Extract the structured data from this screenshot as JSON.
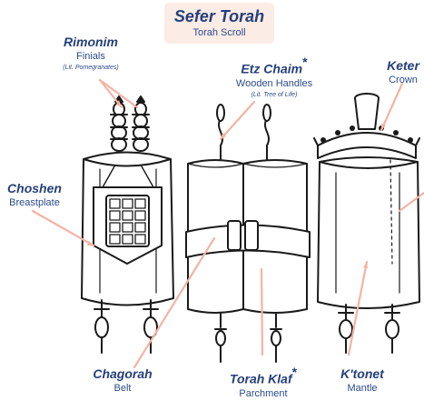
{
  "title": {
    "heading": "Sefer Torah",
    "subheading": "Torah Scroll"
  },
  "labels": {
    "rimonim": {
      "term": "Rimonim",
      "translation": "Finials",
      "note": "(Lit. Pomegranates)"
    },
    "etz_chaim": {
      "term": "Etz Chaim",
      "marker": "*",
      "translation": "Wooden Handles",
      "note": "(Lit. Tree of Life)"
    },
    "keter": {
      "term": "Keter",
      "translation": "Crown"
    },
    "choshen": {
      "term": "Choshen",
      "translation": "Breastplate"
    },
    "chagorah": {
      "term": "Chagorah",
      "translation": "Belt"
    },
    "torah_klaf": {
      "term": "Torah Klaf",
      "marker": "*",
      "translation": "Parchment"
    },
    "ktonet": {
      "term": "K'tonet",
      "translation": "Mantle"
    }
  },
  "colors": {
    "heading": "#243f7a",
    "pointer": "#f4b3a3",
    "title_bg": "#fbece6",
    "line_art": "#1a1a1a"
  }
}
